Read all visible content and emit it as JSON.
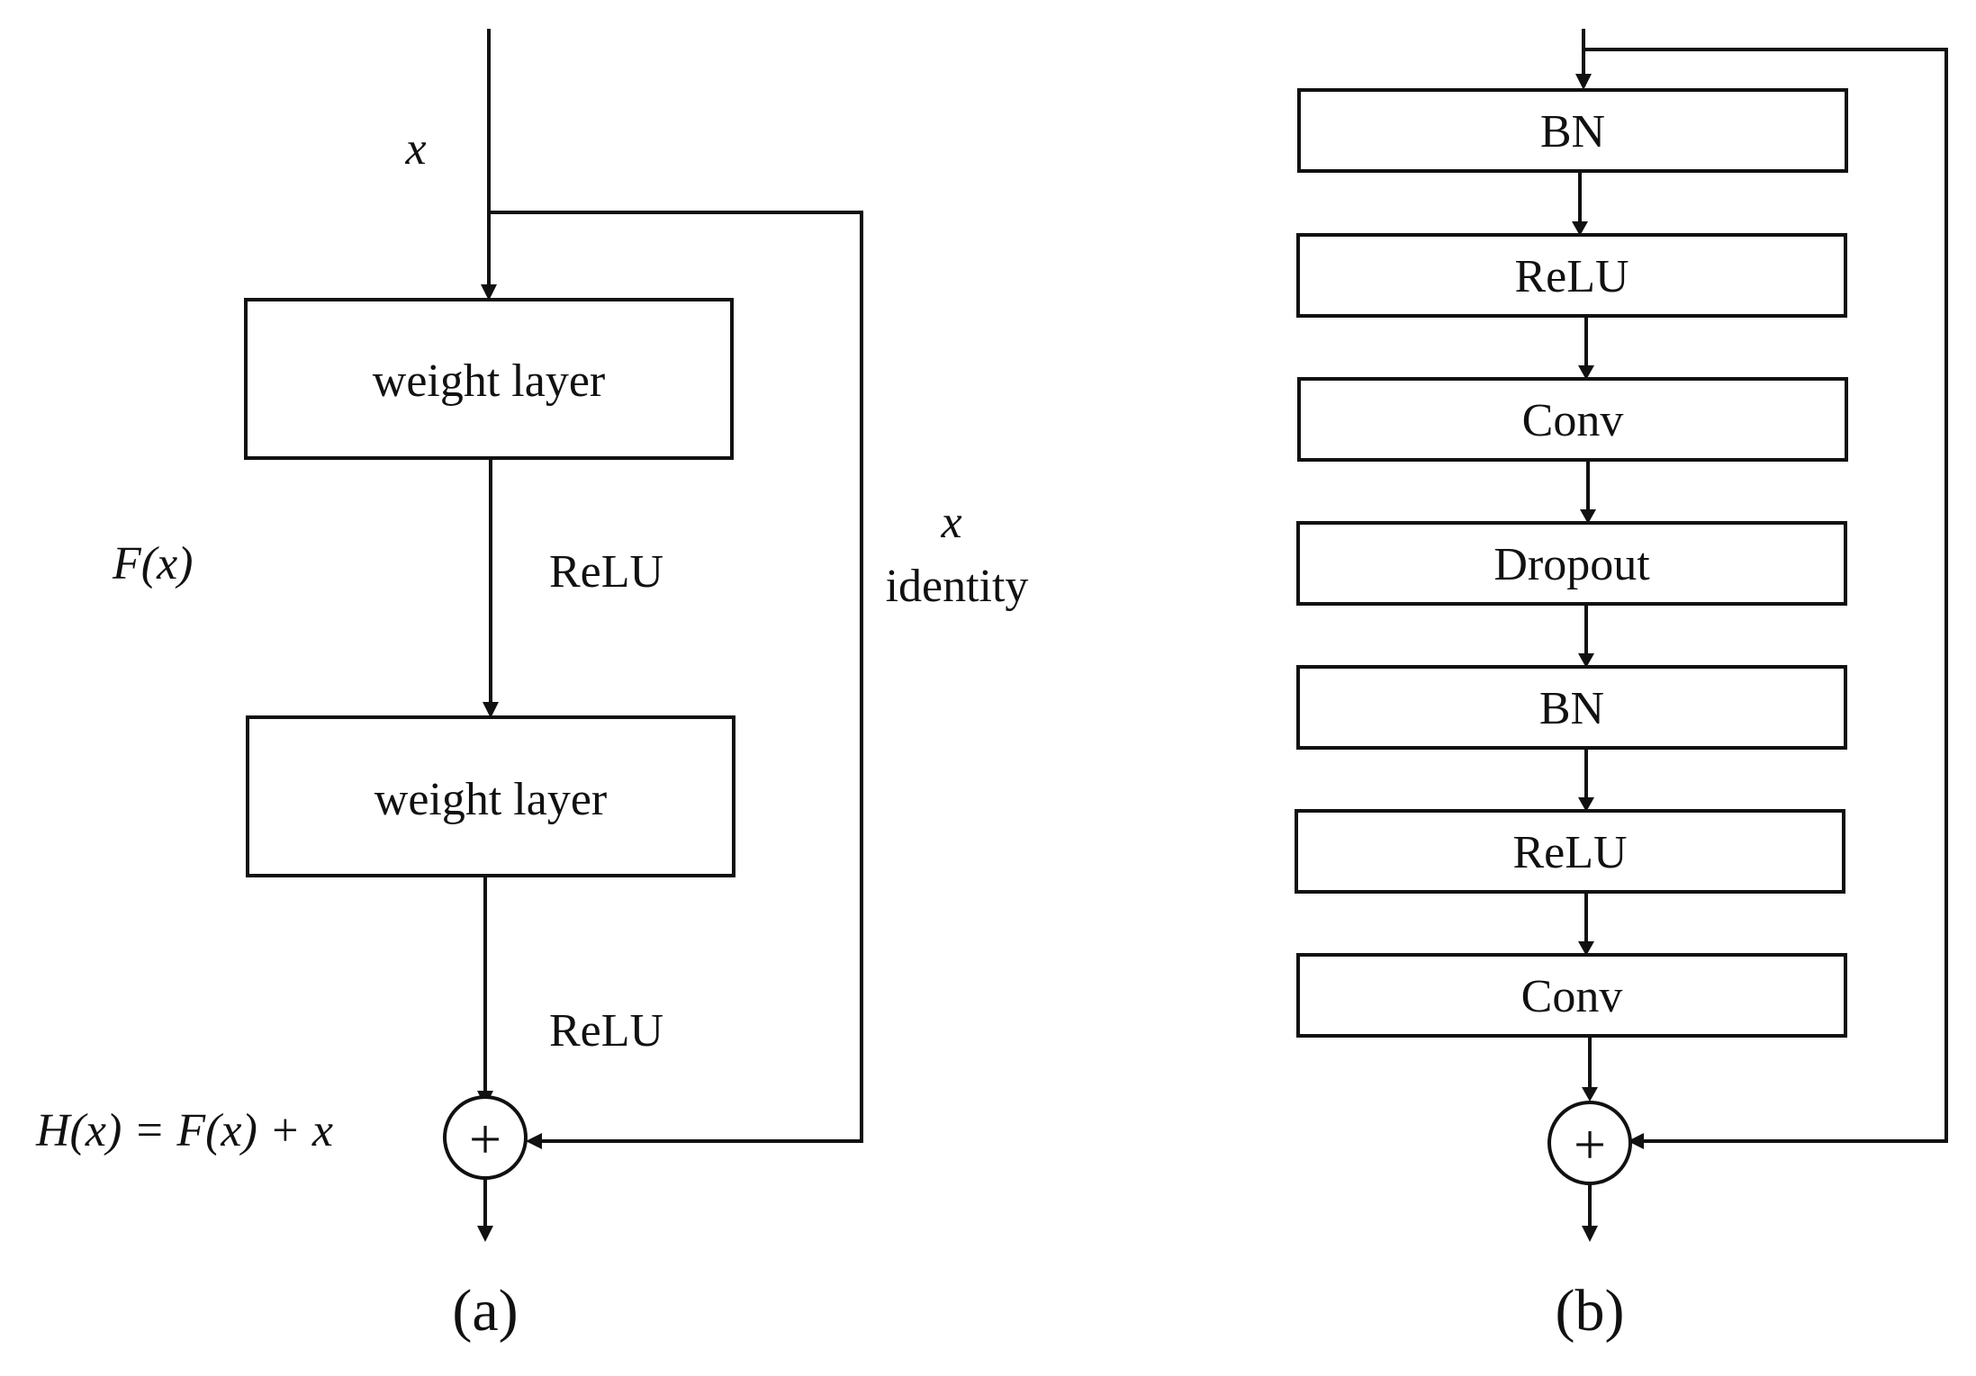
{
  "panel_a": {
    "input_label": "x",
    "layer1_label": "weight layer",
    "layer2_label": "weight layer",
    "relu1_label": "ReLU",
    "relu2_label": "ReLU",
    "residual_label": "F(x)",
    "skip_label_x": "x",
    "skip_label_identity": "identity",
    "output_formula": "H(x) = F(x) + x",
    "sum_symbol": "+",
    "caption": "(a)"
  },
  "panel_b": {
    "blocks": [
      {
        "label": "BN"
      },
      {
        "label": "ReLU"
      },
      {
        "label": "Conv"
      },
      {
        "label": "Dropout"
      },
      {
        "label": "BN"
      },
      {
        "label": "ReLU"
      },
      {
        "label": "Conv"
      }
    ],
    "sum_symbol": "+",
    "caption": "(b)"
  },
  "colors": {
    "stroke": "#111111",
    "background": "#ffffff"
  }
}
